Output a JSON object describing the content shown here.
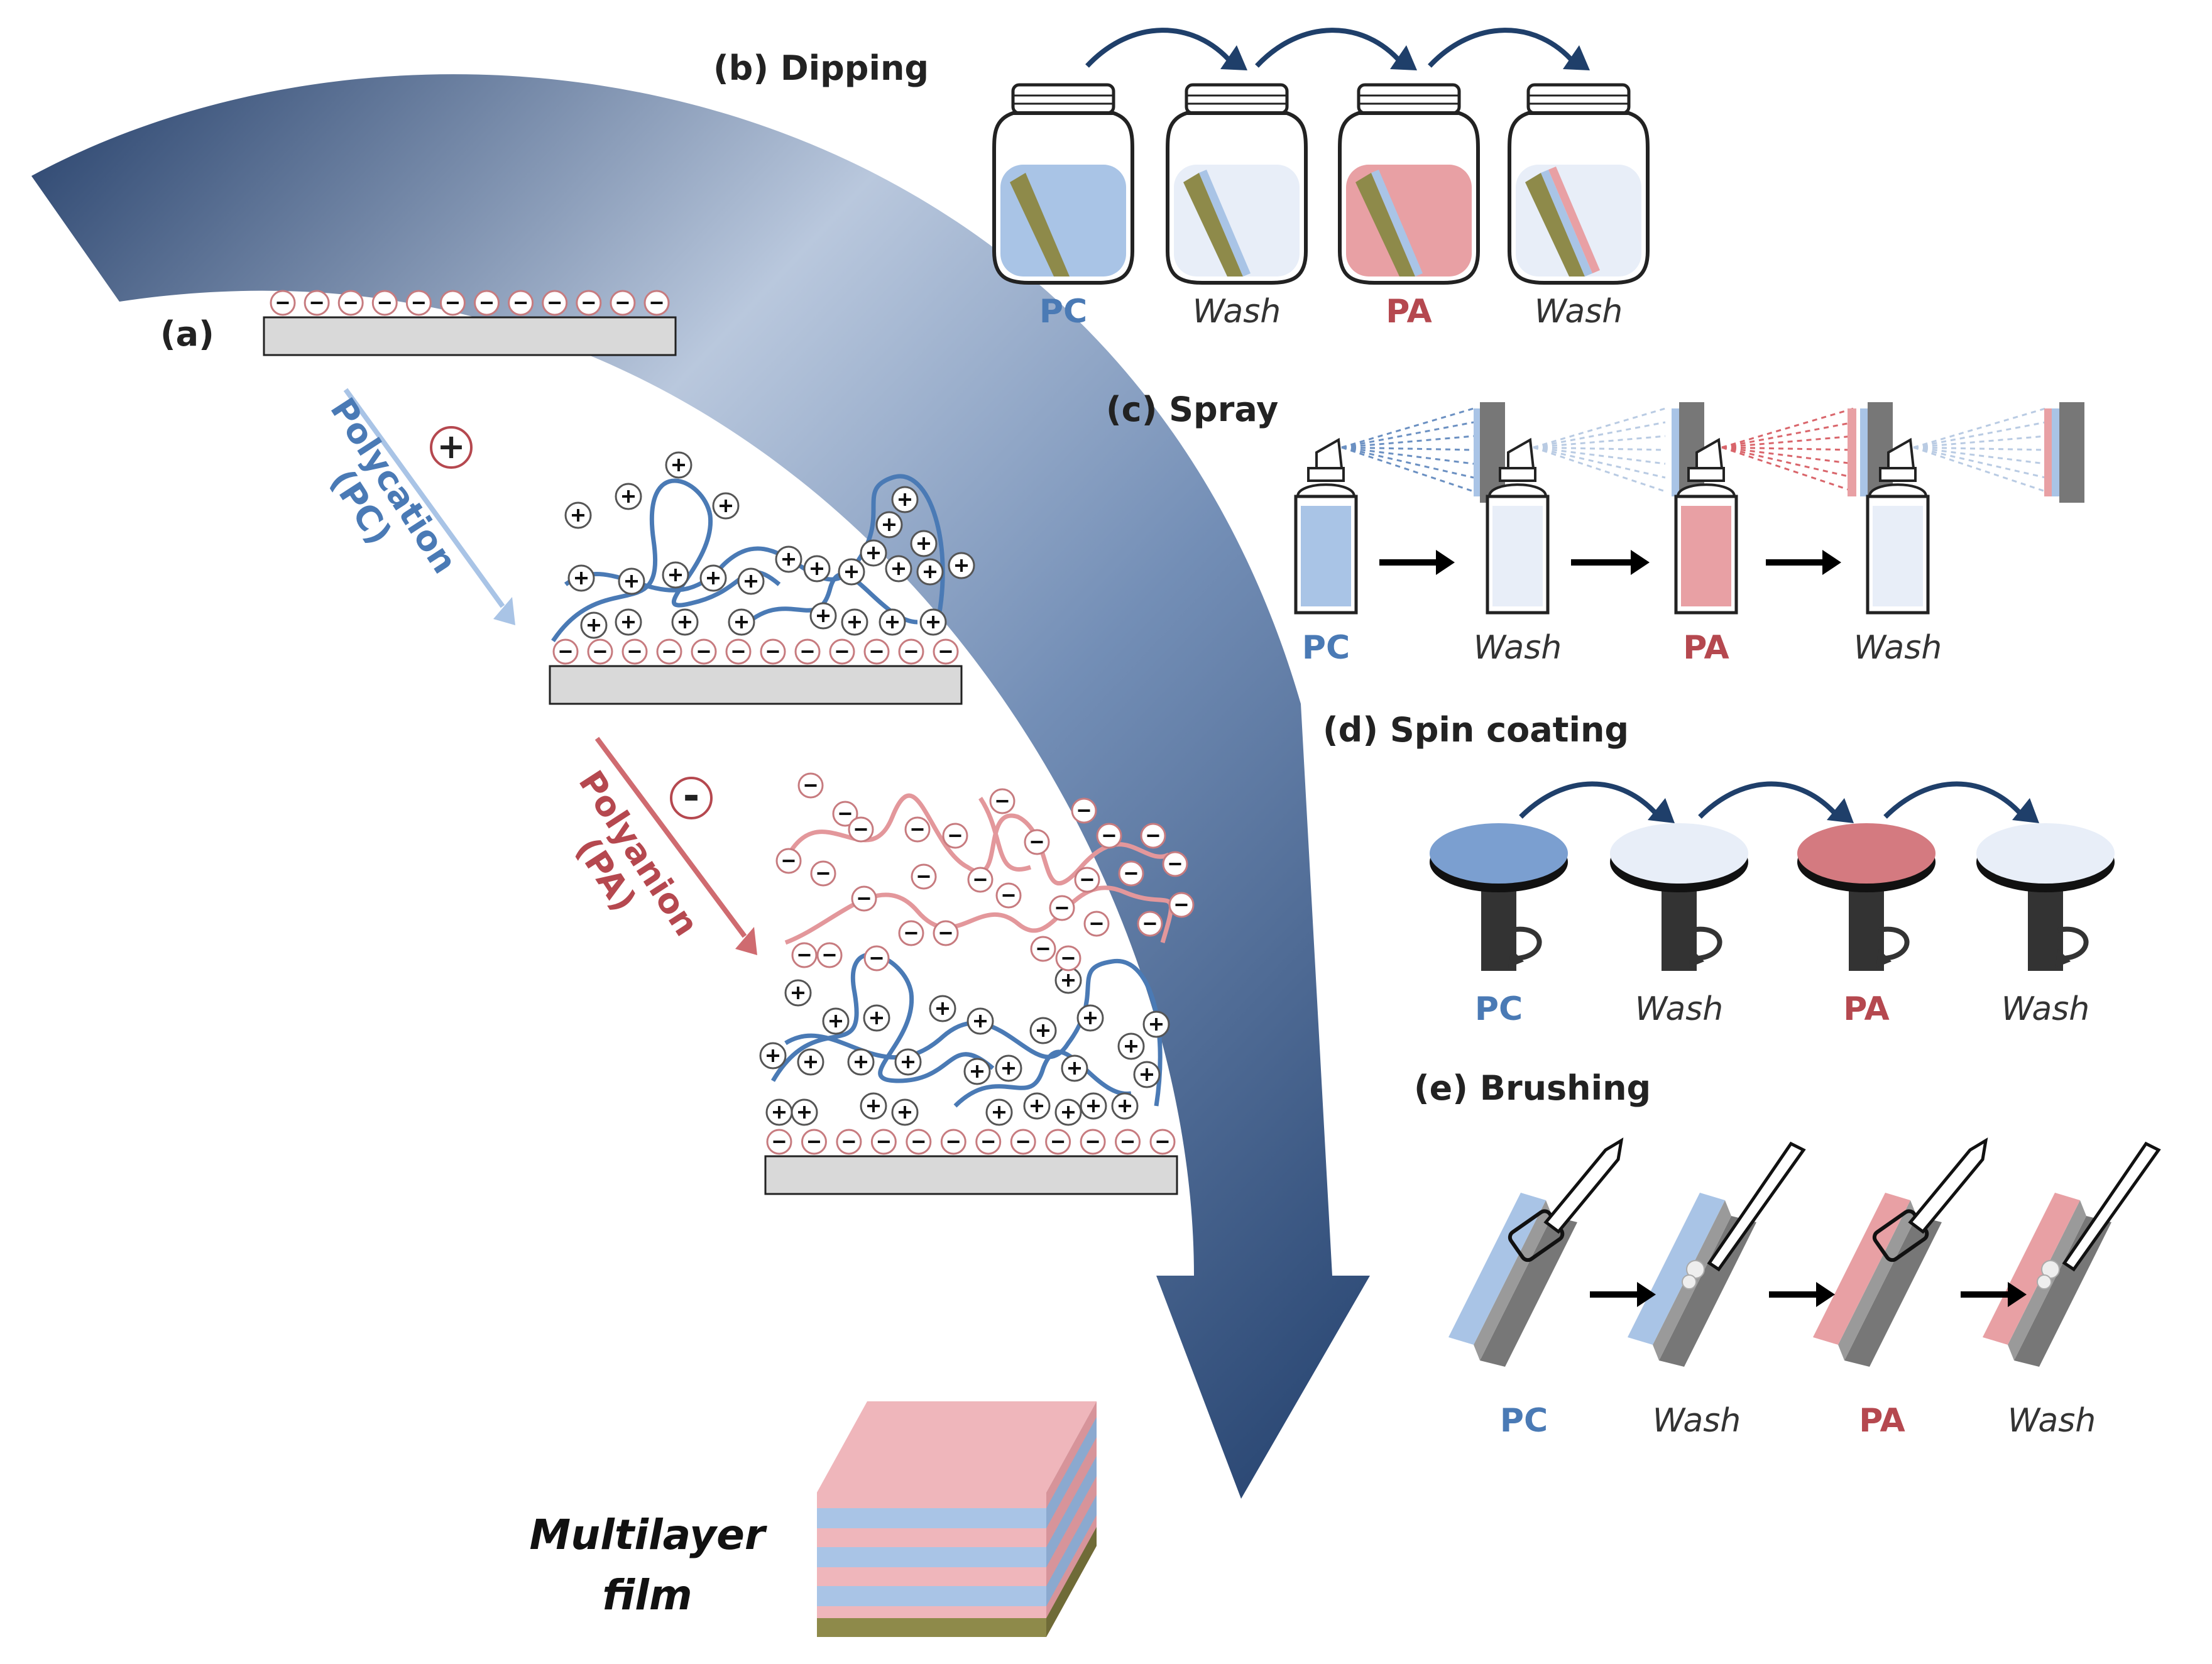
{
  "panels": {
    "a": {
      "label": "(a)"
    },
    "b": {
      "title": "(b) Dipping"
    },
    "c": {
      "title": "(c) Spray"
    },
    "d": {
      "title": "(d) Spin coating"
    },
    "e": {
      "title": "(e) Brushing"
    }
  },
  "steps": {
    "pc": "PC",
    "wash": "Wash",
    "pa": "PA"
  },
  "polycation": {
    "line1": "Polycation",
    "line2": "(PC)",
    "charge": "+"
  },
  "polyanion": {
    "line1": "Polyanion",
    "line2": "(PA)",
    "charge": "-"
  },
  "result": {
    "line1": "Multilayer",
    "line2": "film"
  },
  "colors": {
    "pc": "#4a7ab5",
    "pc_fill": "#a9c4e6",
    "pa": "#b5484f",
    "pa_fill": "#e8a0a4",
    "wash_fill": "#e8eef8",
    "arrow": "#1f3f6a",
    "substrate": "#d9d9d9",
    "base_layer": "#8e8a4a"
  }
}
